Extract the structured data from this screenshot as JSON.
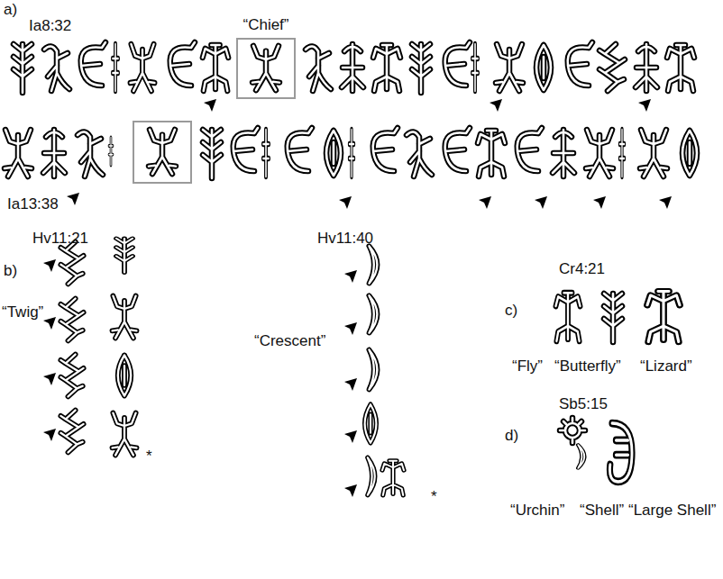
{
  "diagram": {
    "nodes": [
      {
        "text": [
          "“Chief”"
        ]
      }
    ],
    "labels": [
      "a)",
      "Ia8:32",
      "Ia13:38",
      "b)",
      "Hv11:21",
      "“Twig”",
      "*",
      "Hv11:40",
      "“Crescent”",
      "*",
      "c)",
      "Cr4:21",
      "“Fly”",
      "“Butterfly”",
      "“Lizard”",
      "d)",
      "Sb5:15",
      "“Urchin”",
      "“Shell”",
      "“Large Shell”"
    ]
  }
}
